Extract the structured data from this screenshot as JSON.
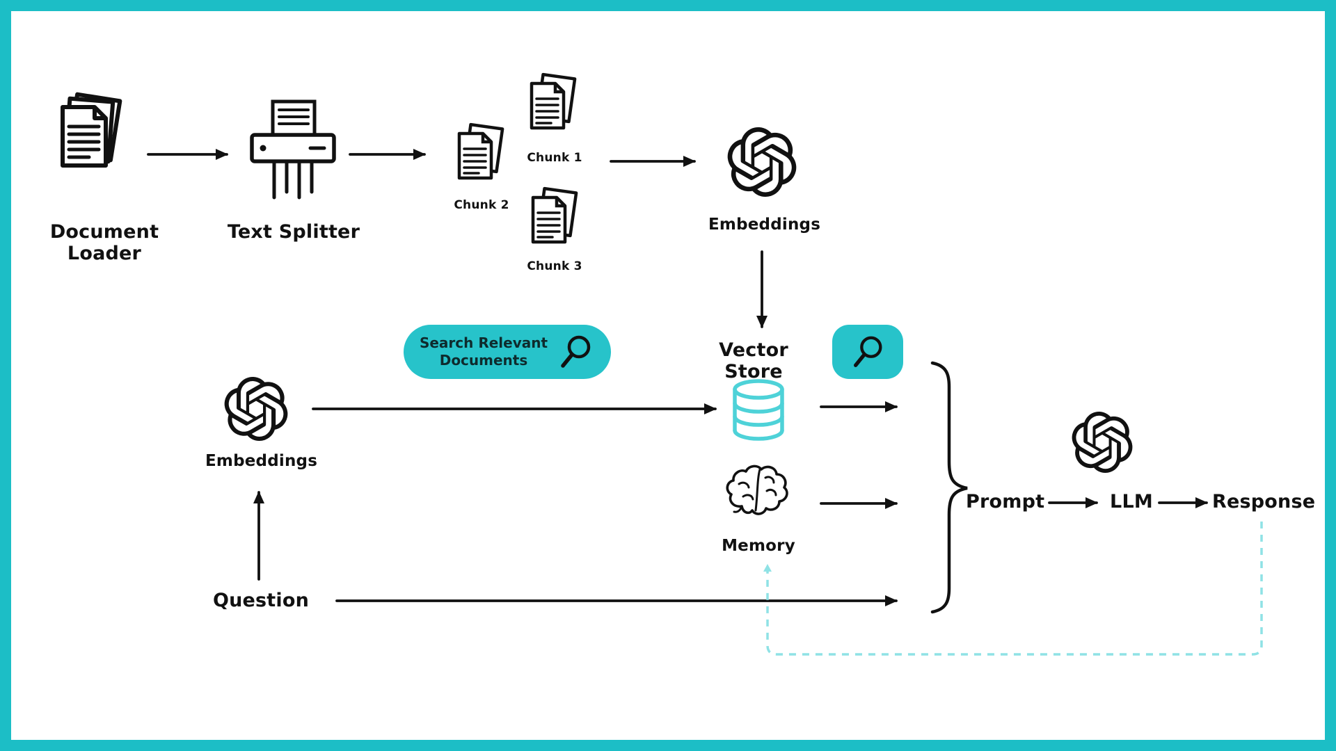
{
  "colors": {
    "border_teal": "#1CBEC6",
    "badge_teal": "#27C3CA",
    "cylinder_teal": "#4ED2D8",
    "dashed_teal": "#8FE2E5",
    "ink": "#111111"
  },
  "labels": {
    "document_loader": "Document Loader",
    "text_splitter": "Text Splitter",
    "chunk1": "Chunk 1",
    "chunk2": "Chunk 2",
    "chunk3": "Chunk 3",
    "embeddings_top": "Embeddings",
    "vector_store": "Vector Store",
    "search_line1": "Search Relevant",
    "search_line2": "Documents",
    "embeddings_left": "Embeddings",
    "memory": "Memory",
    "question": "Question",
    "prompt": "Prompt",
    "llm": "LLM",
    "response": "Response"
  },
  "icons": {
    "document-stack-icon": "stack of paper documents",
    "shredder-icon": "paper shredder splitting text",
    "chunk-document-icon": "small stack of document pages",
    "openai-logo-icon": "OpenAI hexagonal knot logo",
    "search-icon": "magnifying glass",
    "database-icon": "teal database cylinder",
    "brain-icon": "brain memory",
    "curly-brace": "right curly bracket grouping inputs",
    "arrow-connector": "black arrow",
    "dashed-feedback-line": "teal dashed feedback loop from response to memory"
  }
}
